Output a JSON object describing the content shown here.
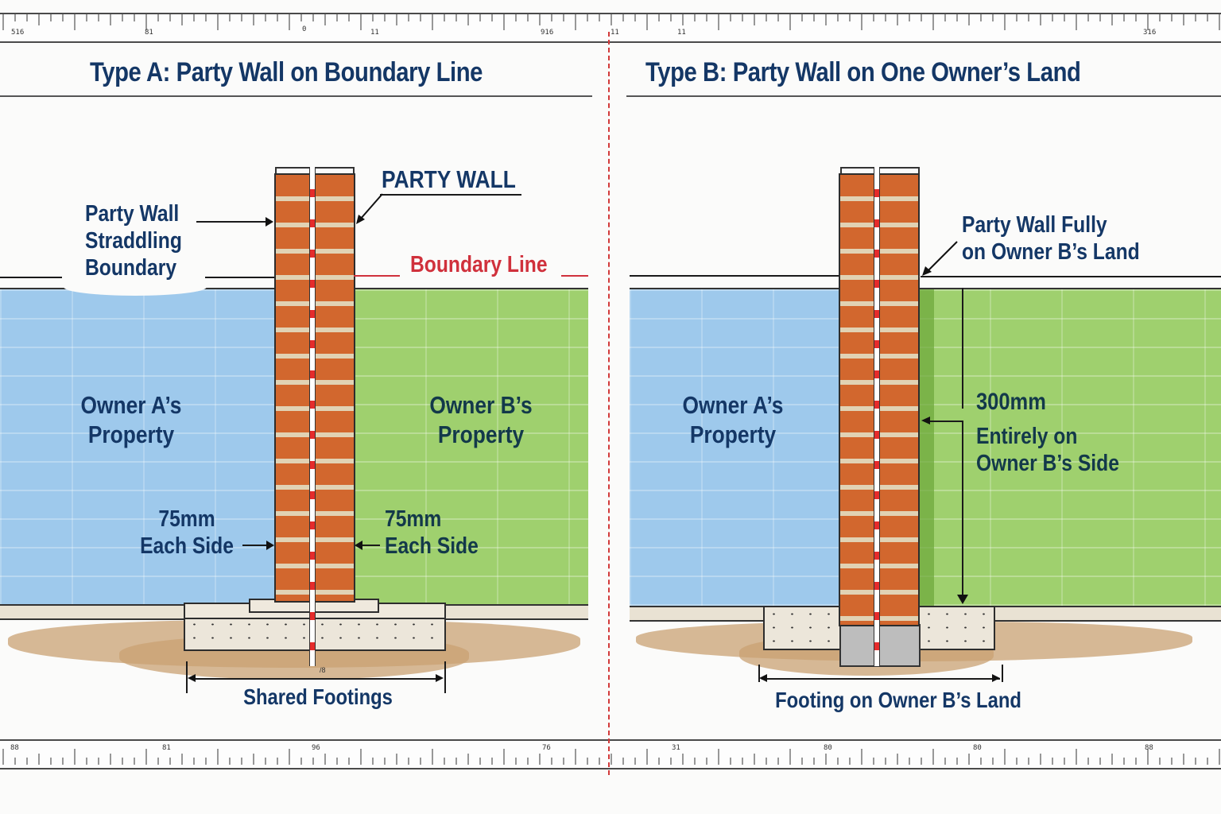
{
  "rulers": {
    "top": {
      "labels": [
        "516",
        "81",
        "0",
        "11",
        "916",
        "11",
        "11",
        "316"
      ]
    },
    "bottom": {
      "labels": [
        "88",
        "81",
        "96",
        "76",
        "31",
        "80",
        "80",
        "88"
      ]
    }
  },
  "panels": [
    {
      "id": "type-a",
      "title": "Type A: Party Wall on Boundary Line",
      "wall_label": "PARTY WALL",
      "callout_left": [
        "Party Wall",
        "Straddling",
        "Boundary"
      ],
      "boundary_label": "Boundary Line",
      "owner_a": [
        "Owner A’s",
        "Property"
      ],
      "owner_b": [
        "Owner B’s",
        "Property"
      ],
      "dim_left": [
        "75mm",
        "Each Side"
      ],
      "dim_right": [
        "75mm",
        "Each Side"
      ],
      "footing_label": "Shared Footings",
      "footing_mark": "/8"
    },
    {
      "id": "type-b",
      "title": "Type B: Party Wall on One Owner’s Land",
      "callout_right": [
        "Party Wall Fully",
        "on Owner B’s Land"
      ],
      "owner_a": [
        "Owner A’s",
        "Property"
      ],
      "dim_value": "300mm",
      "dim_note": [
        "Entirely on",
        "Owner B’s Side"
      ],
      "footing_label": "Footing on Owner B’s Land"
    }
  ],
  "colors": {
    "title_navy": "#143766",
    "owner_a_zone": "#9ec9ec",
    "owner_b_zone": "#9fd06e",
    "brick": "#d2672e",
    "boundary_red": "#d0313c",
    "divider_red": "#d23a3a"
  }
}
